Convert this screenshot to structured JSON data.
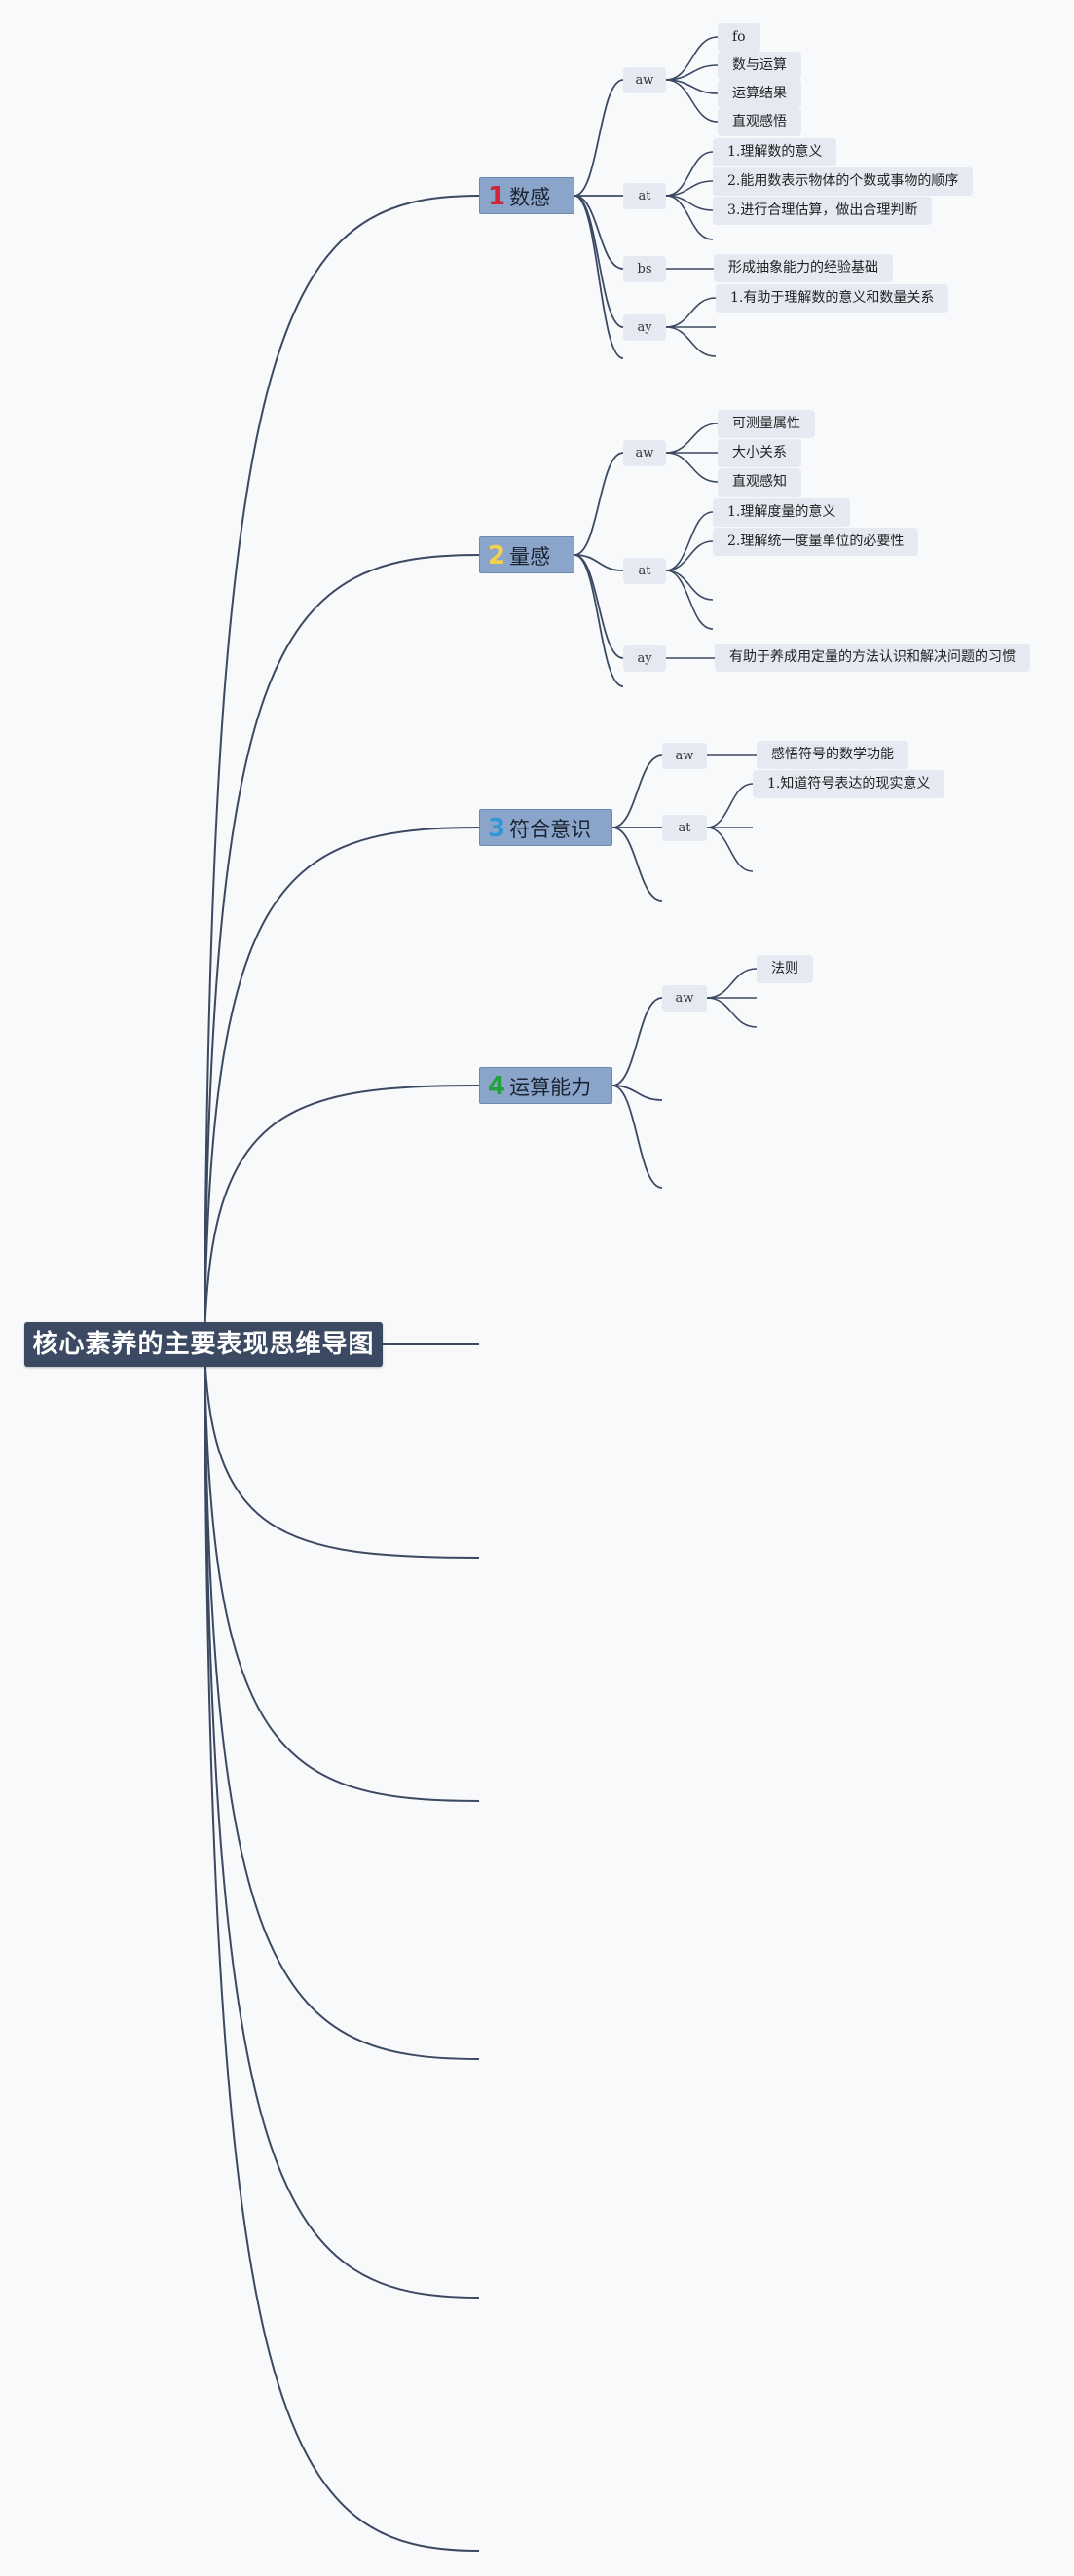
{
  "title": "核心素养的主要表现思维导图",
  "colors": {
    "root_bg": "#3b4a62",
    "topic_bg": "#8aa5c9",
    "node_bg": "#e5e9f1",
    "line": "#3b4a62",
    "num1": "#d1263a",
    "num2": "#f2d24b",
    "num3": "#2f96d8",
    "num4": "#22a33a"
  },
  "topics": [
    {
      "num": "1",
      "label": "数感",
      "groups": [
        {
          "label": "aw",
          "items": [
            "fo",
            "数与运算",
            "运算结果",
            "直观感悟"
          ]
        },
        {
          "label": "at",
          "items": [
            "1.理解数的意义",
            "2.能用数表示物体的个数或事物的顺序",
            "3.进行合理估算，做出合理判断",
            ""
          ]
        },
        {
          "label": "bs",
          "items": [
            "形成抽象能力的经验基础"
          ]
        },
        {
          "label": "ay",
          "items": [
            "1.有助于理解数的意义和数量关系",
            "",
            ""
          ]
        }
      ]
    },
    {
      "num": "2",
      "label": "量感",
      "groups": [
        {
          "label": "aw",
          "items": [
            "可测量属性",
            "大小关系",
            "直观感知"
          ]
        },
        {
          "label": "at",
          "items": [
            "1.理解度量的意义",
            "2.理解统一度量单位的必要性",
            "",
            ""
          ]
        },
        {
          "label": "ay",
          "items": [
            "有助于养成用定量的方法认识和解决问题的习惯"
          ]
        }
      ]
    },
    {
      "num": "3",
      "label": "符合意识",
      "groups": [
        {
          "label": "aw",
          "items": [
            "感悟符号的数学功能"
          ]
        },
        {
          "label": "at",
          "items": [
            "1.知道符号表达的现实意义",
            "",
            ""
          ]
        }
      ]
    },
    {
      "num": "4",
      "label": "运算能力",
      "groups": [
        {
          "label": "aw",
          "items": [
            "法则",
            "",
            ""
          ]
        }
      ]
    }
  ]
}
